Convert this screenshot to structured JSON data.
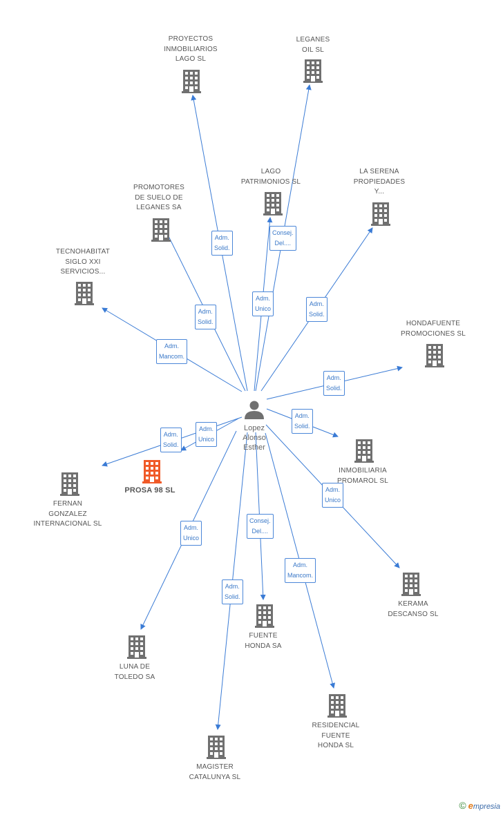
{
  "center": {
    "name_lines": [
      "Lopez",
      "Alonso",
      "Esther"
    ],
    "icon": "person-icon"
  },
  "nodes": [
    {
      "id": "proyectos",
      "lines": [
        "PROYECTOS",
        "INMOBILIARIOS",
        "LAGO SL"
      ],
      "icon": "building-icon"
    },
    {
      "id": "leganes-oil",
      "lines": [
        "LEGANES",
        "OIL SL"
      ],
      "icon": "building-icon"
    },
    {
      "id": "lago",
      "lines": [
        "LAGO",
        "PATRIMONIOS SL"
      ],
      "icon": "building-icon"
    },
    {
      "id": "serena",
      "lines": [
        "LA SERENA",
        "PROPIEDADES",
        "Y..."
      ],
      "icon": "building-icon"
    },
    {
      "id": "promotores",
      "lines": [
        "PROMOTORES",
        "DE SUELO DE",
        "LEGANES SA"
      ],
      "icon": "building-icon"
    },
    {
      "id": "tecnohabitat",
      "lines": [
        "TECNOHABITAT",
        "SIGLO XXI",
        "SERVICIOS..."
      ],
      "icon": "building-icon"
    },
    {
      "id": "hondafuente",
      "lines": [
        "HONDAFUENTE",
        "PROMOCIONES SL"
      ],
      "icon": "building-icon"
    },
    {
      "id": "promarol",
      "lines": [
        "INMOBILIARIA",
        "PROMAROL SL"
      ],
      "icon": "building-icon"
    },
    {
      "id": "prosa",
      "lines": [
        "PROSA 98 SL"
      ],
      "icon": "building-icon",
      "highlight": true
    },
    {
      "id": "fernan",
      "lines": [
        "FERNAN",
        "GONZALEZ",
        "INTERNACIONAL SL"
      ],
      "icon": "building-icon"
    },
    {
      "id": "kerama",
      "lines": [
        "KERAMA",
        "DESCANSO SL"
      ],
      "icon": "building-icon"
    },
    {
      "id": "fuente-honda",
      "lines": [
        "FUENTE",
        "HONDA SA"
      ],
      "icon": "building-icon"
    },
    {
      "id": "luna",
      "lines": [
        "LUNA DE",
        "TOLEDO SA"
      ],
      "icon": "building-icon"
    },
    {
      "id": "residencial",
      "lines": [
        "RESIDENCIAL",
        "FUENTE",
        "HONDA SL"
      ],
      "icon": "building-icon"
    },
    {
      "id": "magister",
      "lines": [
        "MAGISTER",
        "CATALUNYA SL"
      ],
      "icon": "building-icon"
    }
  ],
  "edges": [
    {
      "to": "proyectos",
      "role": [
        "Adm.",
        "Solid."
      ]
    },
    {
      "to": "leganes-oil",
      "role": [
        "Consej.",
        "Del...."
      ]
    },
    {
      "to": "lago",
      "role": [
        "Adm.",
        "Unico"
      ]
    },
    {
      "to": "serena",
      "role": [
        "Adm.",
        "Solid."
      ]
    },
    {
      "to": "promotores",
      "role": [
        "Adm.",
        "Solid."
      ]
    },
    {
      "to": "tecnohabitat",
      "role": [
        "Adm.",
        "Mancom."
      ]
    },
    {
      "to": "hondafuente",
      "role": [
        "Adm.",
        "Solid."
      ]
    },
    {
      "to": "promarol",
      "role": [
        "Adm.",
        "Solid."
      ]
    },
    {
      "to": "prosa",
      "role": [
        "Adm.",
        "Unico"
      ]
    },
    {
      "to": "fernan",
      "role": [
        "Adm.",
        "Solid."
      ]
    },
    {
      "to": "kerama",
      "role": [
        "Adm.",
        "Unico"
      ]
    },
    {
      "to": "fuente-honda",
      "role": [
        "Consej.",
        "Del...."
      ]
    },
    {
      "to": "luna",
      "role": [
        "Adm.",
        "Unico"
      ]
    },
    {
      "to": "residencial",
      "role": [
        "Adm.",
        "Mancom."
      ]
    },
    {
      "to": "magister",
      "role": [
        "Adm.",
        "Solid."
      ]
    }
  ],
  "colors": {
    "edge": "#3a7bd5",
    "building": "#707070",
    "building_highlight": "#f05a28",
    "person": "#707070"
  },
  "brand": {
    "copyright": "©",
    "logo_e": "e",
    "logo_rest": "mpresia"
  }
}
